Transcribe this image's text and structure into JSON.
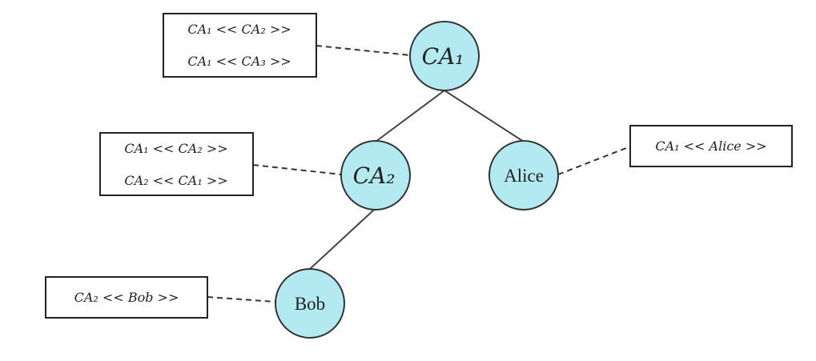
{
  "colors": {
    "node_fill": "#b3eaf1",
    "stroke": "#333333"
  },
  "nodes": {
    "ca1": "CA₁",
    "ca2": "CA₂",
    "alice": "Alice",
    "bob": "Bob"
  },
  "certificates": {
    "ca1": [
      "CA₁ << CA₂ >>",
      "CA₁ << CA₃ >>"
    ],
    "ca2": [
      "CA₁ << CA₂ >>",
      "CA₂ << CA₁ >>"
    ],
    "alice": [
      "CA₁ << Alice >>"
    ],
    "bob": [
      "CA₂ << Bob >>"
    ]
  }
}
